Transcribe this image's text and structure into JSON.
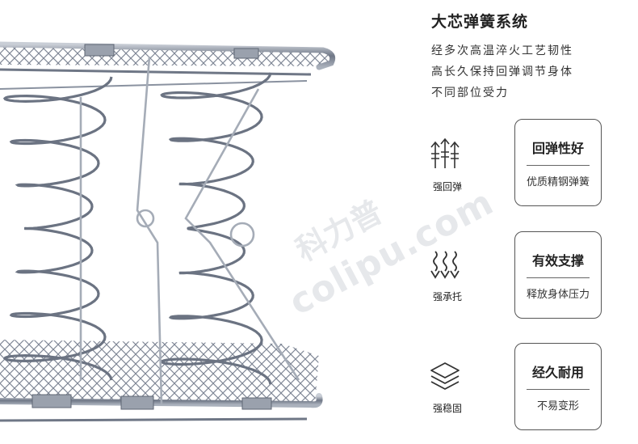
{
  "heading": "大芯弹簧系统",
  "description_lines": [
    "经多次高温淬火工艺韧性",
    "高长久保持回弹调节身体",
    "不同部位受力"
  ],
  "features": [
    {
      "label": "强回弹",
      "icon": "up-arrows-icon",
      "card_title": "回弹性好",
      "card_subtitle": "优质精钢弹簧"
    },
    {
      "label": "强承托",
      "icon": "down-wave-arrows-icon",
      "card_title": "有效支撑",
      "card_subtitle": "释放身体压力"
    },
    {
      "label": "强稳固",
      "icon": "stacked-layers-icon",
      "card_title": "经久耐用",
      "card_subtitle": "不易变形"
    }
  ],
  "watermark": {
    "cn": "科力普",
    "en": "colipu.com"
  }
}
